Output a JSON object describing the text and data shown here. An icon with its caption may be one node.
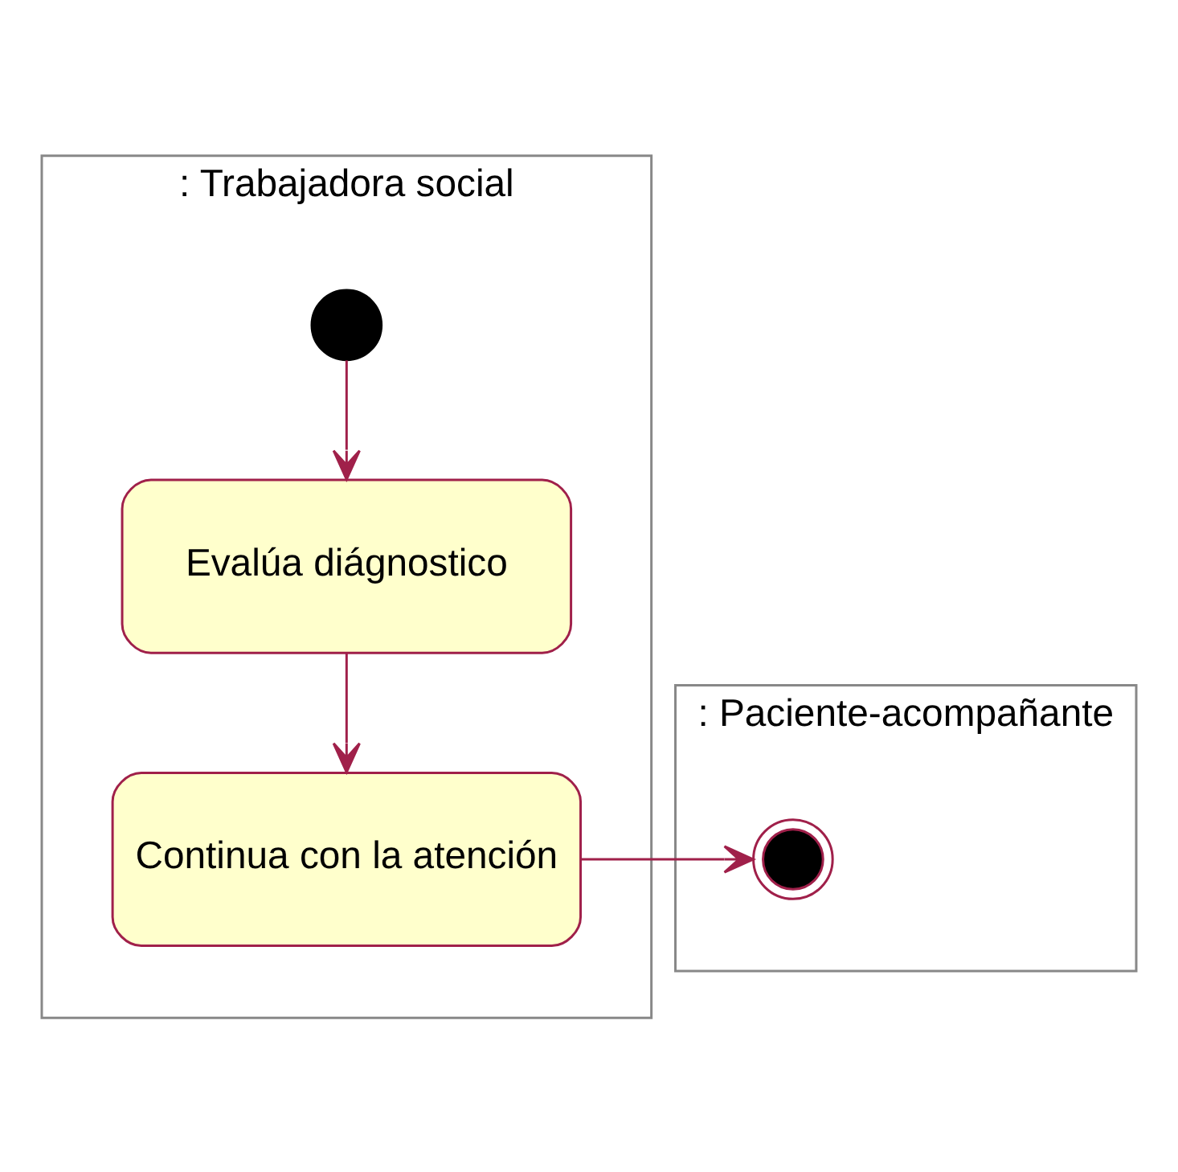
{
  "diagram": {
    "nodes": [
      {
        "text": [
          ": Trabajadora social"
        ]
      },
      {
        "text": [
          ": Paciente-acompañante"
        ]
      },
      {
        "text": [],
        "shape": "circle",
        "in": 0
      },
      {
        "text": [
          "Evalúa diágnostico"
        ],
        "in": 0
      },
      {
        "text": [
          "Continua con la atención"
        ],
        "in": 0
      },
      {
        "text": [],
        "shape": "bullseye",
        "in": 1
      }
    ],
    "edges": [
      {
        "from": 2,
        "to": 3,
        "arrow": "to"
      },
      {
        "from": 3,
        "to": 4,
        "arrow": "to"
      },
      {
        "from": 4,
        "to": 5,
        "arrow": "to"
      }
    ]
  }
}
